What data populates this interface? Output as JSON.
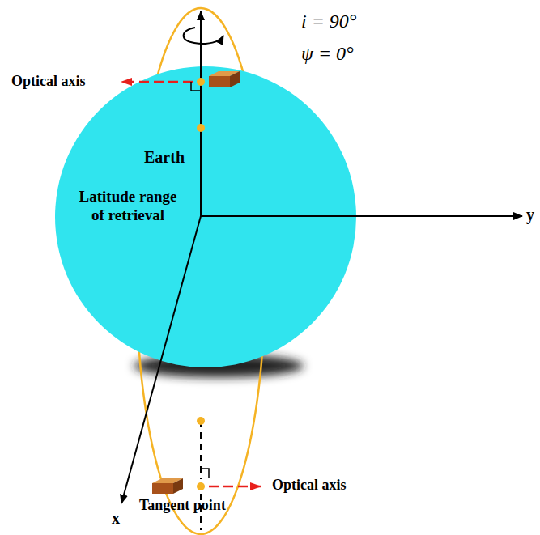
{
  "diagram": {
    "nodes": [
      {
        "text": [
          "Earth",
          "Latitude range of retrieval"
        ]
      }
    ],
    "labels": [
      "i = 90°",
      "ψ = 0°",
      "Optical axis",
      "Optical axis",
      "Tangent point",
      "x",
      "y"
    ]
  }
}
